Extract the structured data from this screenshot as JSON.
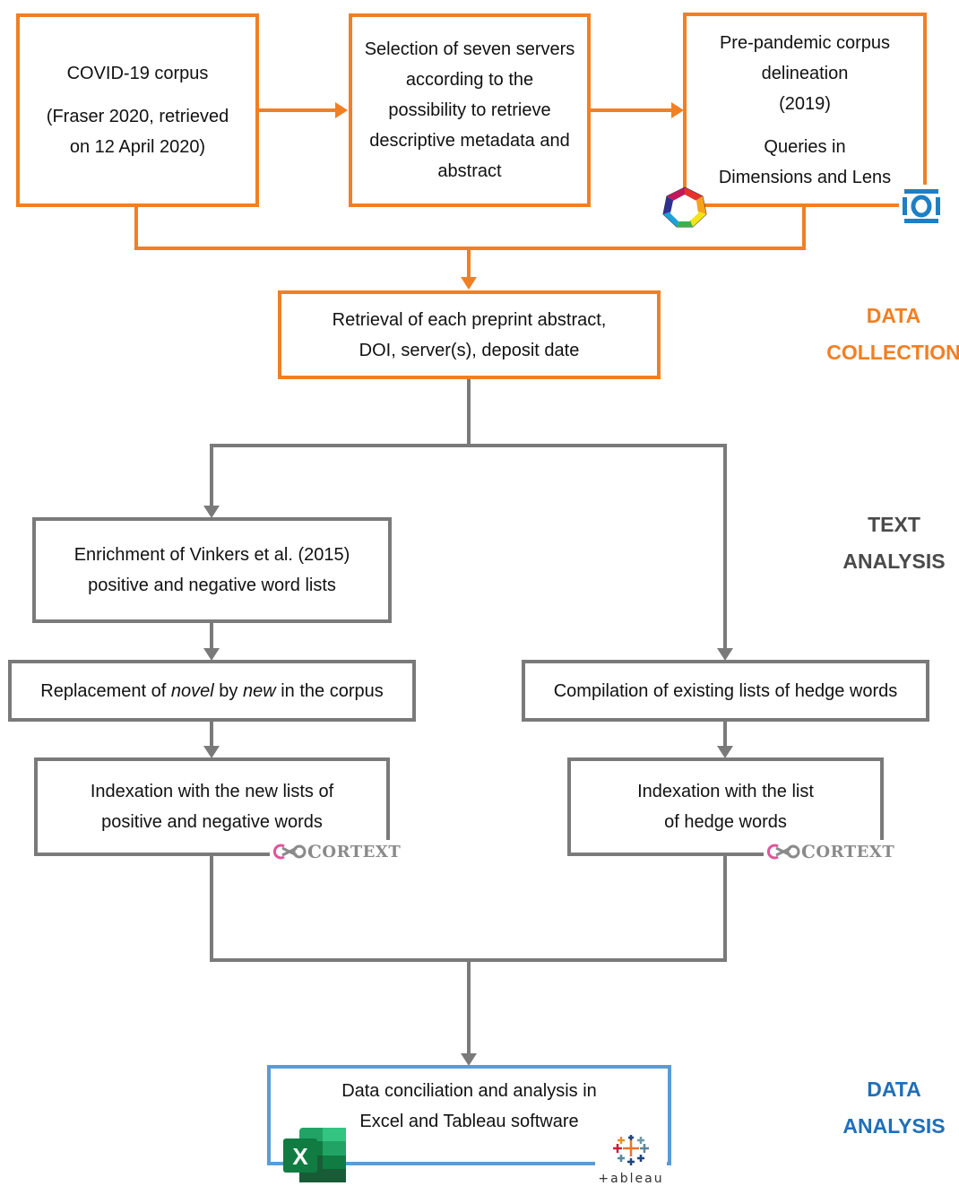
{
  "boxes": {
    "covid_corpus": {
      "line1": "COVID-19 corpus",
      "line2": "(Fraser 2020, retrieved",
      "line3": "on 12 April 2020)"
    },
    "selection": {
      "line1": "Selection of seven servers",
      "line2": "according to the",
      "line3": "possibility to retrieve",
      "line4": "descriptive metadata and",
      "line5": "abstract"
    },
    "prepandemic": {
      "line1": "Pre-pandemic corpus",
      "line2": "delineation",
      "line3": "(2019)",
      "line4": "Queries in",
      "line5": "Dimensions and Lens"
    },
    "retrieval": {
      "line1": "Retrieval of each preprint  abstract,",
      "line2": "DOI, server(s), deposit date"
    },
    "enrichment": {
      "line1": "Enrichment of Vinkers et al. (2015)",
      "line2": "positive and negative word lists"
    },
    "replacement": {
      "pre": "Replacement of ",
      "em1": "novel",
      "mid": " by ",
      "em2": "new",
      "post": " in the corpus"
    },
    "compilation": {
      "line1": "Compilation of existing lists of hedge words"
    },
    "indexation_pn": {
      "line1": "Indexation with the new lists of",
      "line2": "positive and negative words"
    },
    "indexation_hedge": {
      "line1": "Indexation with the list",
      "line2": "of hedge words"
    },
    "conciliation": {
      "line1": "Data conciliation and analysis in",
      "line2": "Excel and Tableau software"
    }
  },
  "sections": {
    "data_collection": {
      "line1": "DATA",
      "line2": "COLLECTION"
    },
    "text_analysis": {
      "line1": "TEXT",
      "line2": "ANALYSIS"
    },
    "data_analysis": {
      "line1": "DATA",
      "line2": "ANALYSIS"
    }
  },
  "logos": {
    "cortext_c": "C",
    "cortext_rest": "ORTEXT",
    "excel_letter": "X",
    "tableau_word": "+ableau",
    "icons": [
      "dimensions-logo-icon",
      "lens-logo-icon",
      "cortext-logo-icon",
      "excel-logo-icon",
      "tableau-logo-icon"
    ]
  },
  "colors": {
    "orange": "#F27F22",
    "gray": "#7A7A7A",
    "blue": "#5B9BD5",
    "blue_text": "#1F6FB8"
  }
}
